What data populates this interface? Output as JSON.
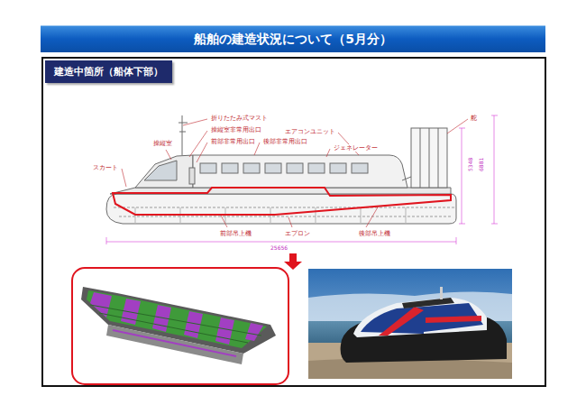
{
  "diagram": {
    "title": "船舶の建造状況について（5月分）",
    "nodes": [
      {
        "text": [
          "建造中箇所（船体下部）"
        ]
      }
    ],
    "labels": [
      "折りたたみ式マスト",
      "操縦室非常用出口",
      "操縦室",
      "前部非常用出口",
      "エアコンユニット",
      "後部非常用出口",
      "ジェネレーター",
      "舵",
      "スカート",
      "前部吊上機",
      "エプロン",
      "後部吊上機",
      "25656",
      "5348",
      "6881"
    ]
  }
}
